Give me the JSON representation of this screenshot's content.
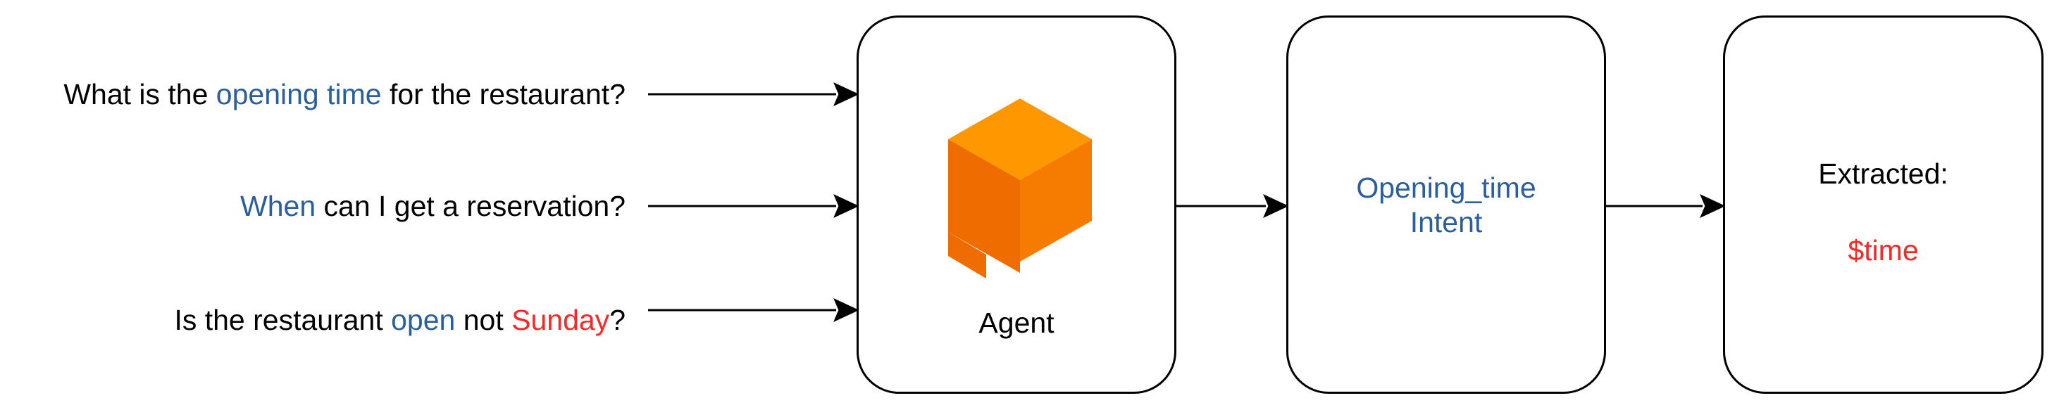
{
  "queries": [
    {
      "parts": [
        {
          "text": "What is the ",
          "style": "plain"
        },
        {
          "text": "opening time",
          "style": "blue"
        },
        {
          "text": " for the restaurant?",
          "style": "plain"
        }
      ]
    },
    {
      "parts": [
        {
          "text": "When",
          "style": "blue"
        },
        {
          "text": " can I get a reservation?",
          "style": "plain"
        }
      ]
    },
    {
      "parts": [
        {
          "text": "Is the restaurant ",
          "style": "plain"
        },
        {
          "text": "open",
          "style": "blue"
        },
        {
          "text": " not ",
          "style": "plain"
        },
        {
          "text": "Sunday",
          "style": "red"
        },
        {
          "text": "?",
          "style": "plain"
        }
      ]
    }
  ],
  "agent": {
    "label": "Agent",
    "icon": "dialogflow-logo-icon"
  },
  "intent": {
    "line1": "Opening_time",
    "line2": "Intent"
  },
  "extracted": {
    "label": "Extracted:",
    "variable": "$time"
  },
  "colors": {
    "entity_blue": "#2a5f9e",
    "parameter_red": "#ff2626",
    "logo_orange_light": "#ff9800",
    "logo_orange_dark": "#ef6c00"
  }
}
